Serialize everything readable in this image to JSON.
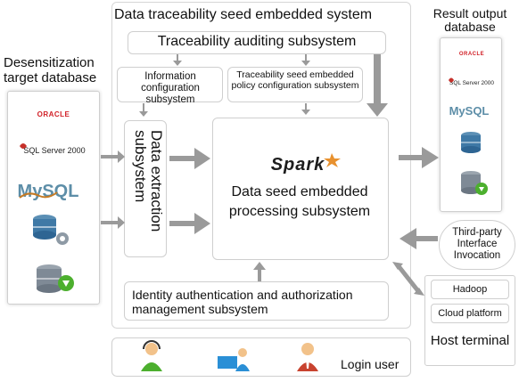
{
  "system_title": "Data traceability seed embedded system",
  "auditing": "Traceability auditing subsystem",
  "info_config": "Information configuration subsystem",
  "policy_config": "Traceability seed embedded policy configuration subsystem",
  "extraction": "Data extraction subsystem",
  "processing": {
    "logo": "Spark",
    "label": "Data seed embedded processing subsystem"
  },
  "identity": "Identity authentication and authorization management subsystem",
  "login_user": "Login user",
  "left_db": {
    "title": "Desensitization target database",
    "logos": {
      "oracle": "ORACLE",
      "sqlserver": "SQL Server 2000",
      "mysql": "MySQL"
    }
  },
  "right_db": {
    "title": "Result output database",
    "logos": {
      "oracle": "ORACLE",
      "sqlserver": "SQL Server 2000",
      "mysql": "MySQL"
    }
  },
  "third_party": "Third-party Interface Invocation",
  "host": {
    "hadoop": "Hadoop",
    "cloud": "Cloud platform",
    "label": "Host terminal"
  },
  "colors": {
    "arrow": "#9a9a9a",
    "border": "#cfcfcf"
  }
}
